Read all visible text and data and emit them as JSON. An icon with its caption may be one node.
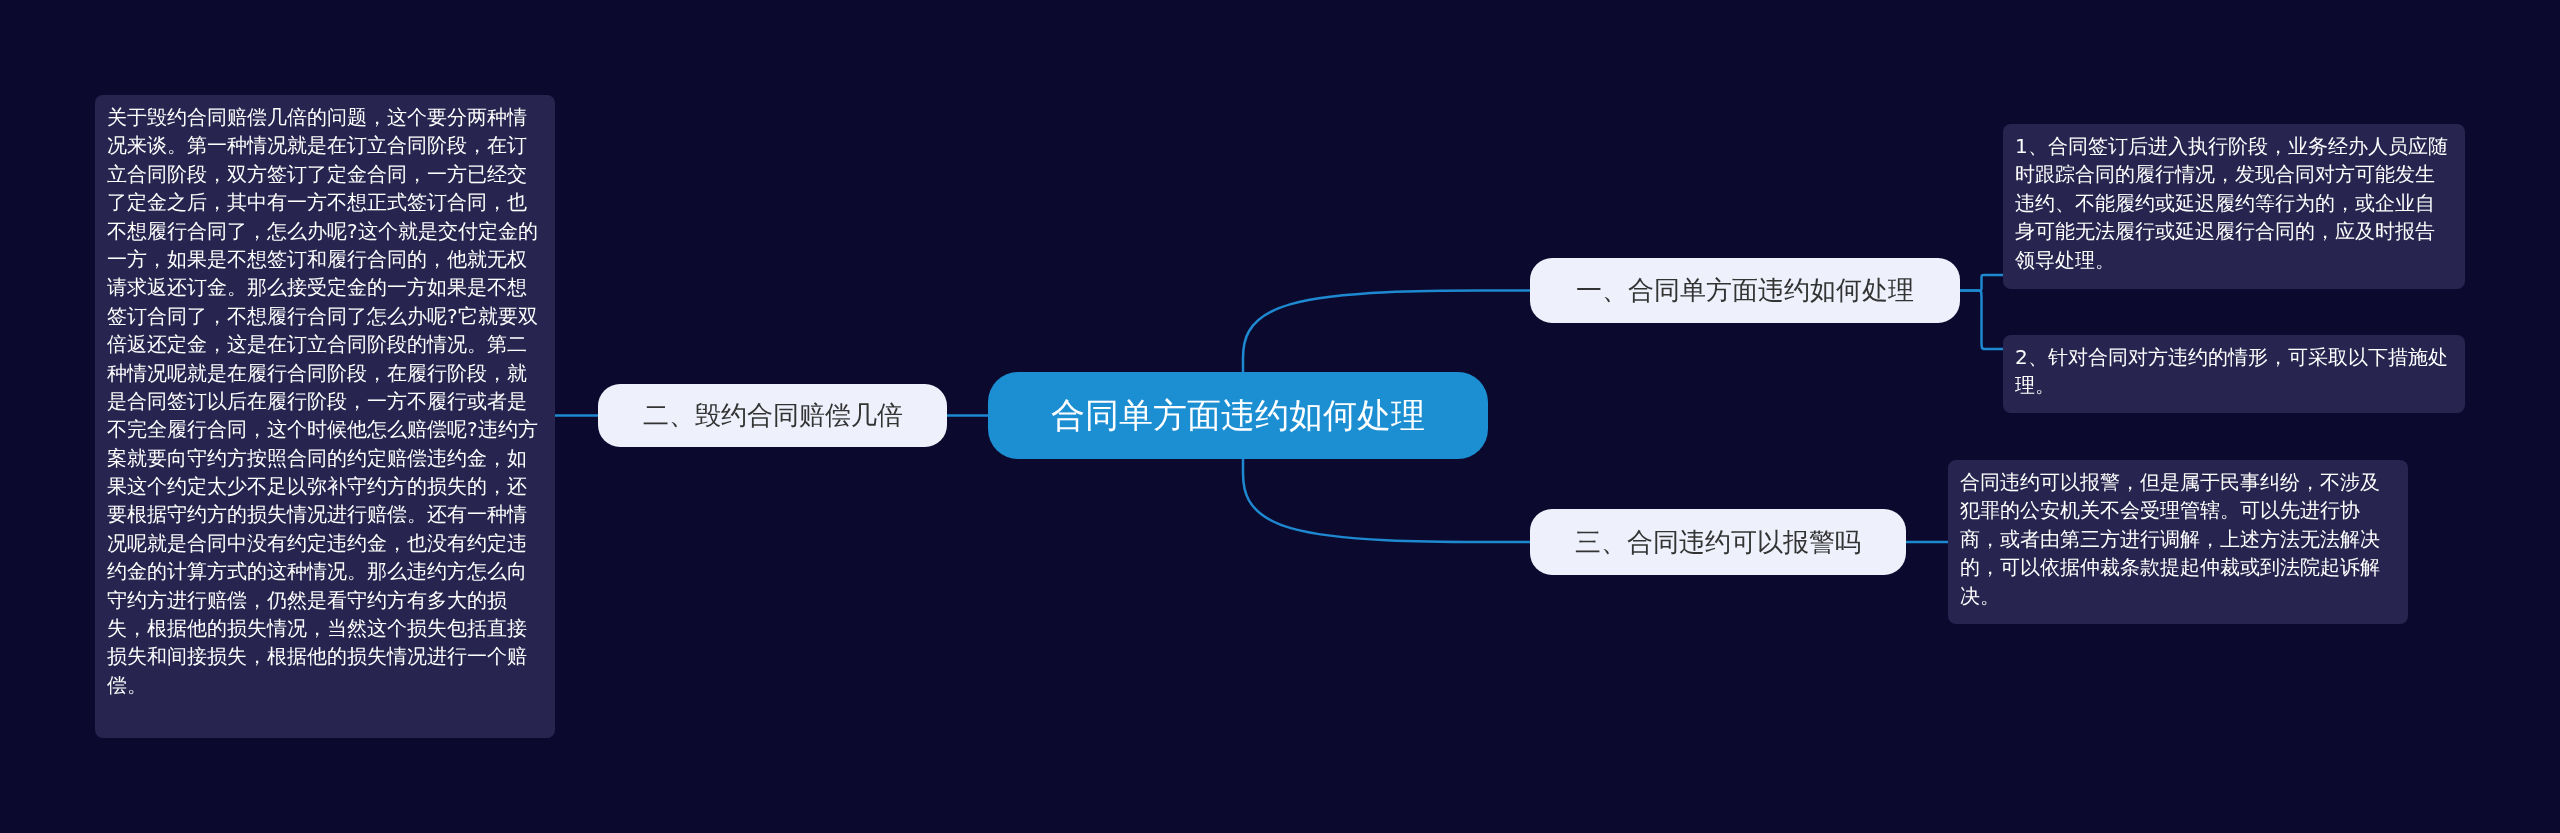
{
  "diagram": {
    "nodes": [
      {
        "text": [
          "合同单方面违约如何处理"
        ]
      },
      {
        "text": [
          "一、合同单方面违约如何处理"
        ]
      },
      {
        "text": [
          "1、合同签订后进入执行阶段，业务经办人员应随时跟踪合同的履行情况，发现合同对方可能发生违约、不能履约或延迟履约等行为的，或企业自身可能无法履行或延迟履行合同的，应及时报告领导处理。"
        ]
      },
      {
        "text": [
          "2、针对合同对方违约的情形，可采取以下措施处理。"
        ]
      },
      {
        "text": [
          "二、毁约合同赔偿几倍"
        ]
      },
      {
        "text": [
          "关于毁约合同赔偿几倍的问题，这个要分两种情况来谈。第一种情况就是在订立合同阶段，在订立合同阶段，双方签订了定金合同，一方已经交了定金之后，其中有一方不想正式签订合同，也不想履行合同了，怎么办呢?这个就是交付定金的一方，如果是不想签订和履行合同的，他就无权请求返还订金。那么接受定金的一方如果是不想签订合同了，不想履行合同了怎么办呢?它就要双倍返还定金，这是在订立合同阶段的情况。第二种情况呢就是在履行合同阶段，在履行阶段，就是合同签订以后在履行阶段，一方不履行或者是不完全履行合同，这个时候他怎么赔偿呢?违约方案就要向守约方按照合同的约定赔偿违约金，如果这个约定太少不足以弥补守约方的损失的，还要根据守约方的损失情况进行赔偿。还有一种情况呢就是合同中没有约定违约金，也没有约定违约金的计算方式的这种情况。那么违约方怎么向守约方进行赔偿，仍然是看守约方有多大的损失，根据他的损失情况，当然这个损失包括直接损失和间接损失，根据他的损失情况进行一个赔偿。"
        ]
      },
      {
        "text": [
          "三、合同违约可以报警吗"
        ]
      },
      {
        "text": [
          "合同违约可以报警，但是属于民事纠纷，不涉及犯罪的公安机关不会受理管辖。可以先进行协商，或者由第三方进行调解，上述方法无法解决的，可以依据仲裁条款提起仲裁或到法院起诉解决。"
        ]
      }
    ],
    "edges": [
      {
        "from": 0,
        "to": 1,
        "arrow": "none"
      },
      {
        "from": 1,
        "to": 2,
        "arrow": "none"
      },
      {
        "from": 1,
        "to": 3,
        "arrow": "none"
      },
      {
        "from": 0,
        "to": 4,
        "arrow": "none"
      },
      {
        "from": 4,
        "to": 5,
        "arrow": "none"
      },
      {
        "from": 0,
        "to": 6,
        "arrow": "none"
      },
      {
        "from": 6,
        "to": 7,
        "arrow": "none"
      }
    ]
  }
}
